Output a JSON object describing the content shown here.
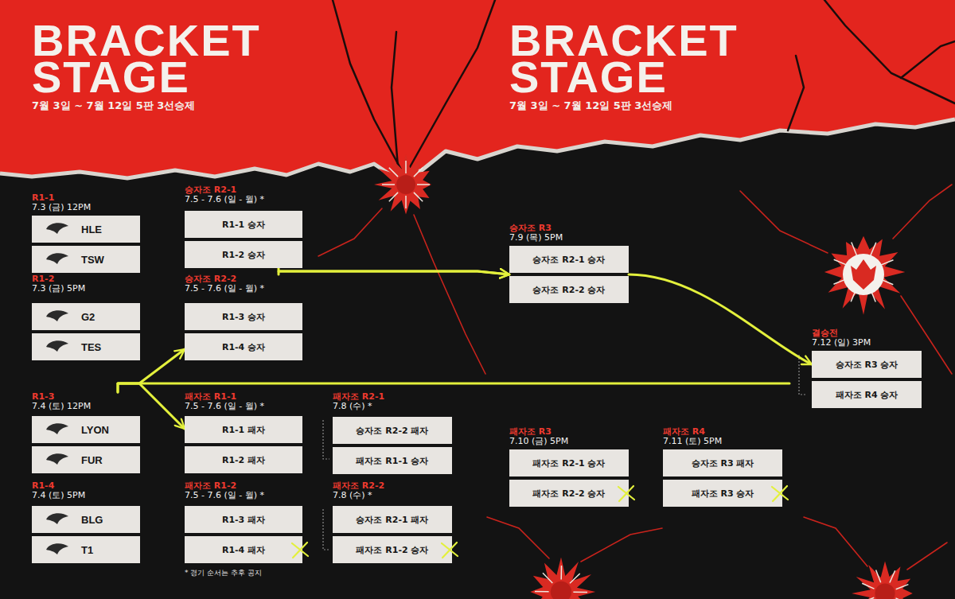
{
  "diagram": {
    "title": "BRACKET STAGE",
    "nodes": [
      {
        "text": [
          "R1-1",
          "7.3 (금) 12PM"
        ]
      },
      {
        "text": [
          "HLE"
        ],
        "in": 0
      },
      {
        "text": [
          "TSW"
        ],
        "in": 0
      },
      {
        "text": [
          "R1-2",
          "7.3 (금) 5PM"
        ]
      },
      {
        "text": [
          "G2"
        ],
        "in": 3
      },
      {
        "text": [
          "TES"
        ],
        "in": 3
      },
      {
        "text": [
          "R1-3",
          "7.4 (토) 12PM"
        ]
      },
      {
        "text": [
          "LYON"
        ],
        "in": 6
      },
      {
        "text": [
          "FUR"
        ],
        "in": 6
      },
      {
        "text": [
          "R1-4",
          "7.4 (토) 5PM"
        ]
      },
      {
        "text": [
          "BLG"
        ],
        "in": 9
      },
      {
        "text": [
          "T1"
        ],
        "in": 9
      },
      {
        "text": [
          "승자조 R2-1",
          "7.5 - 7.6 (일 - 월) *"
        ]
      },
      {
        "text": [
          "R1-1 승자"
        ],
        "in": 12
      },
      {
        "text": [
          "R1-2 승자"
        ],
        "in": 12
      },
      {
        "text": [
          "승자조 R2-2",
          "7.5 - 7.6 (일 - 월) *"
        ]
      },
      {
        "text": [
          "R1-3 승자"
        ],
        "in": 15
      },
      {
        "text": [
          "R1-4 승자"
        ],
        "in": 15
      },
      {
        "text": [
          "패자조 R1-1",
          "7.5 - 7.6 (일 - 월) *"
        ]
      },
      {
        "text": [
          "R1-1 패자"
        ],
        "in": 18
      },
      {
        "text": [
          "R1-2 패자"
        ],
        "in": 18
      },
      {
        "text": [
          "패자조 R1-2",
          "7.5 - 7.6 (일 - 월) *"
        ]
      },
      {
        "text": [
          "R1-3 패자"
        ],
        "in": 21
      },
      {
        "text": [
          "R1-4 패자"
        ],
        "in": 21
      },
      {
        "text": [
          "패자조 R2-1",
          "7.8 (수) *"
        ]
      },
      {
        "text": [
          "승자조 R2-2 패자"
        ],
        "in": 24
      },
      {
        "text": [
          "패자조 R1-1 승자"
        ],
        "in": 24
      },
      {
        "text": [
          "패자조 R2-2",
          "7.8 (수) *"
        ]
      },
      {
        "text": [
          "승자조 R2-1 패자"
        ],
        "in": 27
      },
      {
        "text": [
          "패자조 R1-2 승자"
        ],
        "in": 27
      },
      {
        "text": [
          "승자조 R3",
          "7.9 (목) 5PM"
        ]
      },
      {
        "text": [
          "승자조 R2-1 승자"
        ],
        "in": 30
      },
      {
        "text": [
          "승자조 R2-2 승자"
        ],
        "in": 30
      },
      {
        "text": [
          "패자조 R3",
          "7.10 (금) 5PM"
        ]
      },
      {
        "text": [
          "패자조 R2-1 승자"
        ],
        "in": 33
      },
      {
        "text": [
          "패자조 R2-2 승자"
        ],
        "in": 33
      },
      {
        "text": [
          "패자조 R4",
          "7.11 (토) 5PM"
        ]
      },
      {
        "text": [
          "승자조 R3 패자"
        ],
        "in": 36
      },
      {
        "text": [
          "패자조 R3 승자"
        ],
        "in": 36
      },
      {
        "text": [
          "결승전",
          "7.12 (일) 3PM"
        ]
      },
      {
        "text": [
          "승자조 R3 승자"
        ],
        "in": 39
      },
      {
        "text": [
          "패자조 R4 승자"
        ],
        "in": 39
      }
    ],
    "edges": [
      {
        "from": 6,
        "to": 15,
        "arrow": "to"
      },
      {
        "from": 6,
        "to": 18,
        "arrow": "to"
      },
      {
        "from": 12,
        "to": 30,
        "arrow": "to"
      },
      {
        "from": 15,
        "to": 30,
        "arrow": "to"
      },
      {
        "from": 30,
        "to": 39,
        "arrow": "to"
      }
    ],
    "labels": [
      "BRACKET STAGE",
      "7월 3일 ~ 7월 12일 5판 3선승제",
      "7월 3일 ~ 7월 12일 5판 3선승제",
      "* 경기 순서는 추후 공지"
    ]
  }
}
